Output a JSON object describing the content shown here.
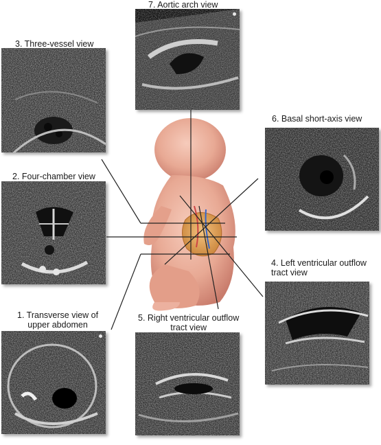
{
  "title": "",
  "views": [
    {
      "id": "aortic-arch",
      "label": "7. Aortic arch view"
    },
    {
      "id": "three-vessel",
      "label": "3. Three-vessel view"
    },
    {
      "id": "basal-short-axis",
      "label": "6. Basal short-axis view"
    },
    {
      "id": "four-chamber",
      "label": "2. Four-chamber view"
    },
    {
      "id": "lvot",
      "label": "4. Left ventricular outflow\ntract view"
    },
    {
      "id": "upper-abdomen",
      "label": "1. Transverse view of\nupper abdomen"
    },
    {
      "id": "rvot",
      "label": "5. Right ventricular outflow\ntract view"
    }
  ],
  "colors": {
    "fetus_skin": "#e8a994",
    "fetus_shadow": "#c97c6c",
    "heart": "#e0a45a",
    "line": "#222222",
    "ultrasound_bg": "#0c0c0c"
  }
}
